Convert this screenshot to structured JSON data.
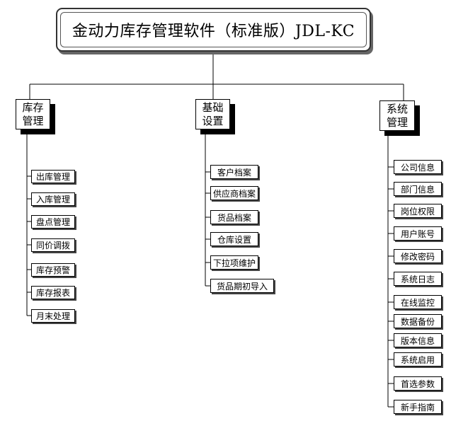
{
  "title": "金动力库存管理软件（标准版）JDL-KC",
  "categories": [
    {
      "line1": "库存",
      "line2": "管理",
      "items": [
        "出库管理",
        "入库管理",
        "盘点管理",
        "同价调拨",
        "库存预警",
        "库存报表",
        "月末处理"
      ]
    },
    {
      "line1": "基础",
      "line2": "设置",
      "items": [
        "客户档案",
        "供应商档案",
        "货品档案",
        "仓库设置",
        "下拉项维护",
        "货品期初导入"
      ]
    },
    {
      "line1": "系统",
      "line2": "管理",
      "items": [
        "公司信息",
        "部门信息",
        "岗位权限",
        "用户账号",
        "修改密码",
        "系统日志",
        "在线监控",
        "数据备份",
        "版本信息",
        "系统启用",
        "首选参数",
        "新手指南"
      ]
    }
  ]
}
